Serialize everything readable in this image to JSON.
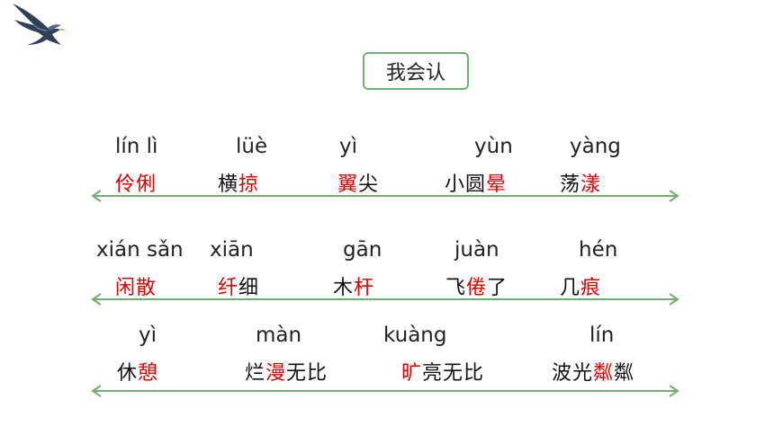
{
  "header": {
    "title": "我会认"
  },
  "rows": [
    {
      "items": [
        {
          "pinyin": "lín lì",
          "pre": "",
          "hl": "伶俐",
          "post": ""
        },
        {
          "pinyin": "lüè",
          "pre": "横",
          "hl": "掠",
          "post": ""
        },
        {
          "pinyin": "yì",
          "pre": "",
          "hl": "翼",
          "post": "尖"
        },
        {
          "pinyin": "yùn",
          "pre": "小圆",
          "hl": "晕",
          "post": ""
        },
        {
          "pinyin": "yàng",
          "pre": "荡",
          "hl": "漾",
          "post": ""
        }
      ]
    },
    {
      "items": [
        {
          "pinyin": "xián sǎn",
          "pre": "",
          "hl": "闲散",
          "post": ""
        },
        {
          "pinyin": "xiān",
          "pre": "",
          "hl": "纤",
          "post": "细"
        },
        {
          "pinyin": "gān",
          "pre": "木",
          "hl": "杆",
          "post": ""
        },
        {
          "pinyin": "juàn",
          "pre": "飞",
          "hl": "倦",
          "post": "了"
        },
        {
          "pinyin": "hén",
          "pre": "几",
          "hl": "痕",
          "post": ""
        }
      ]
    },
    {
      "items": [
        {
          "pinyin": "yì",
          "pre": "休",
          "hl": "憩",
          "post": ""
        },
        {
          "pinyin": "màn",
          "pre": "烂",
          "hl": "漫",
          "post": "无比"
        },
        {
          "pinyin": "kuàng",
          "pre": "",
          "hl": "旷",
          "post": "亮无比"
        },
        {
          "pinyin": "lín",
          "pre": "波光",
          "hl": "粼",
          "post": "粼"
        }
      ]
    }
  ],
  "colors": {
    "highlight": "#e00000",
    "accent": "#6fae6f",
    "text": "#111111"
  },
  "icons": {
    "logo": "swallow-icon",
    "arrow": "double-arrow-icon"
  }
}
